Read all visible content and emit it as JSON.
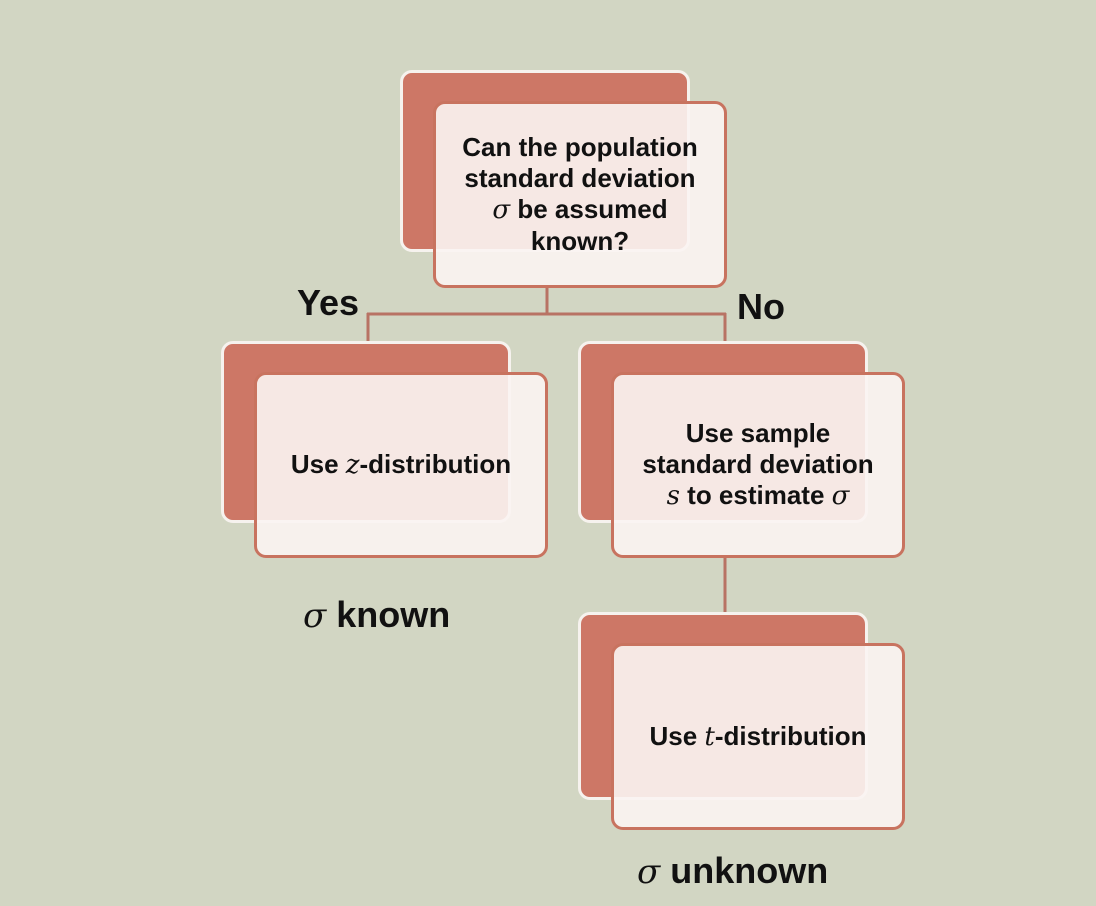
{
  "root": {
    "line1": "Can the population",
    "line2": "standard deviation",
    "line3_symbol": "σ",
    "line3_text": " be assumed",
    "line4": "known?"
  },
  "branches": {
    "yes": "Yes",
    "no": "No"
  },
  "left_box": {
    "prefix": "Use ",
    "symbol": "z",
    "suffix": "-distribution"
  },
  "right_box": {
    "line1": "Use sample",
    "line2": "standard deviation",
    "line3_symbol1": "s",
    "line3_text": " to estimate ",
    "line3_symbol2": "σ"
  },
  "bottom_box": {
    "prefix": "Use ",
    "symbol": "t",
    "suffix": "-distribution"
  },
  "captions": {
    "known_symbol": "σ",
    "known_text": " known",
    "unknown_symbol": "σ",
    "unknown_text": " unknown"
  },
  "colors": {
    "background": "#d2d6c3",
    "box_back": "#cd7766",
    "box_front": "#fbf4f2",
    "connector": "#b87364"
  }
}
